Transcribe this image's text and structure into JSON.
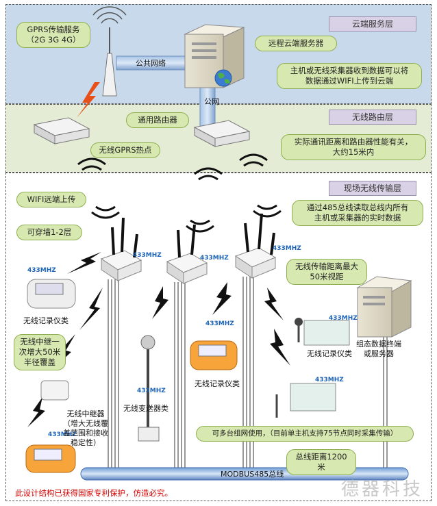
{
  "zones": {
    "cloud": {
      "title": "云端服务层"
    },
    "router": {
      "title": "无线路由层"
    },
    "field": {
      "title": "现场无线传输层"
    }
  },
  "bubbles": {
    "gprs_service": "GPRS传输服务\n（2G 3G 4G）",
    "remote_server": "远程云端服务器",
    "host_upload": "主机或无线采集器收到数据可以将\n数据通过WIFI上传到云端",
    "general_router": "通用路由器",
    "gprs_hotspot": "无线GPRS热点",
    "distance_note": "实际通讯距离和路由器性能有关，\n大约15米内",
    "wifi_upload": "WIFI远端上传",
    "wall": "可穿墙1-2层",
    "rs485_read": "通过485总线读取总线内所有\n主机或采集器的实时数据",
    "wireless_range": "无线传输距离最大\n50米视距",
    "relay_note": "无线中继一\n次增大50米\n半径覆盖",
    "multi_network": "可多台组网使用，（目前单主机支持75节点同时采集传输）",
    "bus_distance": "总线距离1200米"
  },
  "labels": {
    "public_network": "公共网络",
    "public_net": "公网",
    "recorder_left": "无线记录仪类",
    "recorder_mid": "无线记录仪类",
    "recorder_right": "无线记录仪类",
    "transmitter": "无线变送器类",
    "repeater": "无线中继器\n（增大无线覆\n盖范围和接收\n稳定性）",
    "terminal": "组态数据终端\n或服务器",
    "bus": "MODBUS485总线",
    "freq": "433MHZ"
  },
  "footer": {
    "patent": "此设计结构已获得国家专利保护，仿造必究。",
    "watermark": "德器科技"
  },
  "colors": {
    "cloud_bg": "#c9d9ec",
    "router_bg": "#e4ecd6",
    "bubble_bg": "#d7e8b0",
    "lightning": "#111111",
    "gprs_bolt": "#e8501a",
    "patent_text": "#d40000"
  }
}
